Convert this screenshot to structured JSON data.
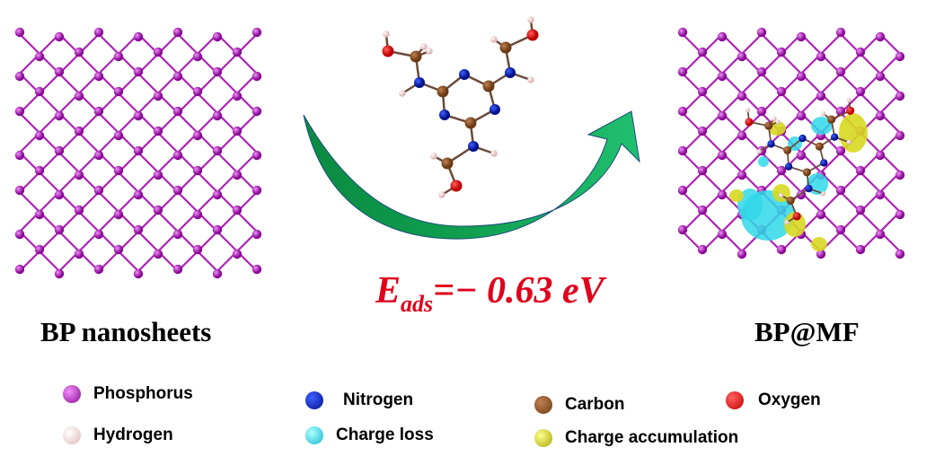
{
  "left_label": "BP nanosheets",
  "right_label": "BP@MF",
  "energy": {
    "symbol": "E",
    "subscript": "ads",
    "value": "=− 0.63 eV"
  },
  "legend": [
    {
      "label": "Phosphorus",
      "color": "#b01ab8"
    },
    {
      "label": "Nitrogen",
      "color": "#0a1aa8"
    },
    {
      "label": "Carbon",
      "color": "#8a5326"
    },
    {
      "label": "Oxygen",
      "color": "#e01010"
    },
    {
      "label": "Hydrogen",
      "color": "#f4d4d4"
    },
    {
      "label": "Charge loss",
      "color": "#30d8e8"
    },
    {
      "label": "Charge accumulation",
      "color": "#d8d820"
    }
  ]
}
